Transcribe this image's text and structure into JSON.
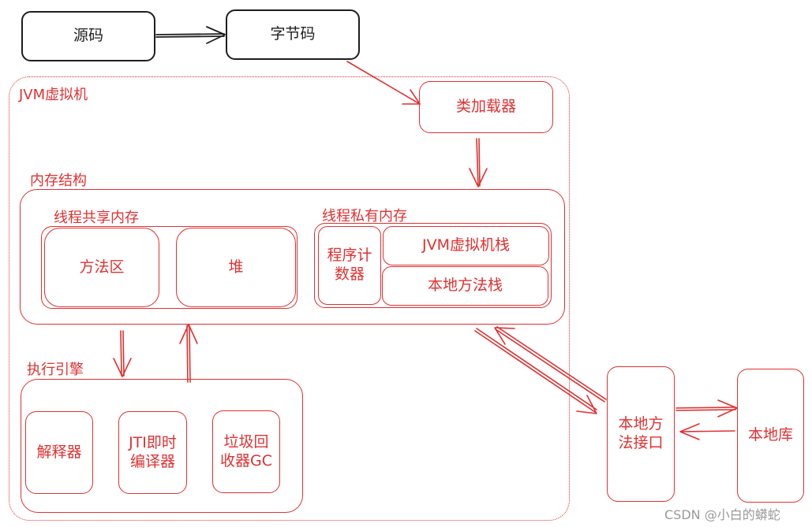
{
  "nodes": {
    "source_code": "源码",
    "bytecode": "字节码",
    "class_loader": "类加载器",
    "method_area": "方法区",
    "heap": "堆",
    "program_counter": "程序计\n数器",
    "jvm_stack": "JVM虚拟机栈",
    "native_method_stack": "本地方法栈",
    "interpreter": "解释器",
    "jit_compiler": "JTI即时\n编译器",
    "garbage_collector": "垃圾回\n收器GC",
    "native_interface": "本地方\n法接口",
    "native_library": "本地库"
  },
  "groups": {
    "jvm": "JVM虚拟机",
    "memory_structure": "内存结构",
    "thread_shared": "线程共享内存",
    "thread_private": "线程私有内存",
    "execution_engine": "执行引擎"
  },
  "watermark": "CSDN @小白的蟒蛇",
  "colors": {
    "accent": "#e03131",
    "ink": "#1e1e1e",
    "watermark": "#9a9a9a"
  }
}
